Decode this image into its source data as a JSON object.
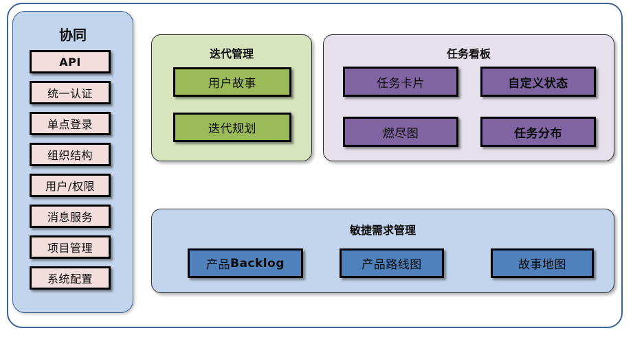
{
  "diagram": {
    "title_visible": false,
    "colors": {
      "frame_border": "#3b6394",
      "sidebar_fill": "#c3d5ec",
      "sidebar_node_fill": "#f3dddd",
      "iteration_panel_fill": "#d7e4bd",
      "iteration_node_fill": "#9bbb59",
      "taskboard_panel_fill": "#e6e0ec",
      "taskboard_node_fill": "#8064a2",
      "agile_panel_fill": "#c3d5ec",
      "agile_node_fill": "#4f81bd",
      "node_border": "#000000"
    }
  },
  "sidebar": {
    "title": "协同",
    "items": [
      {
        "label": "API",
        "style": "sans-bold"
      },
      {
        "label": "统一认证",
        "style": "serif"
      },
      {
        "label": "单点登录",
        "style": "serif"
      },
      {
        "label": "组织结构",
        "style": "serif"
      },
      {
        "label": "用户/权限",
        "style": "serif"
      },
      {
        "label": "消息服务",
        "style": "serif"
      },
      {
        "label": "项目管理",
        "style": "serif"
      },
      {
        "label": "系统配置",
        "style": "serif"
      }
    ]
  },
  "iteration": {
    "title": "迭代管理",
    "items": [
      {
        "label": "用户故事"
      },
      {
        "label": "迭代规划"
      }
    ]
  },
  "taskboard": {
    "title": "任务看板",
    "items": [
      {
        "label": "任务卡片",
        "style": "serif"
      },
      {
        "label": "自定义状态",
        "style": "serif-bold"
      },
      {
        "label": "燃尽图",
        "style": "serif"
      },
      {
        "label": "任务分布",
        "style": "serif-bold"
      }
    ]
  },
  "agile": {
    "title": "敏捷需求管理",
    "items": [
      {
        "label": "产品Backlog",
        "han": "产品",
        "latin": "Backlog"
      },
      {
        "label": "产品路线图",
        "han": "产品路线图",
        "latin": ""
      },
      {
        "label": "故事地图",
        "han": "故事地图",
        "latin": ""
      }
    ]
  }
}
